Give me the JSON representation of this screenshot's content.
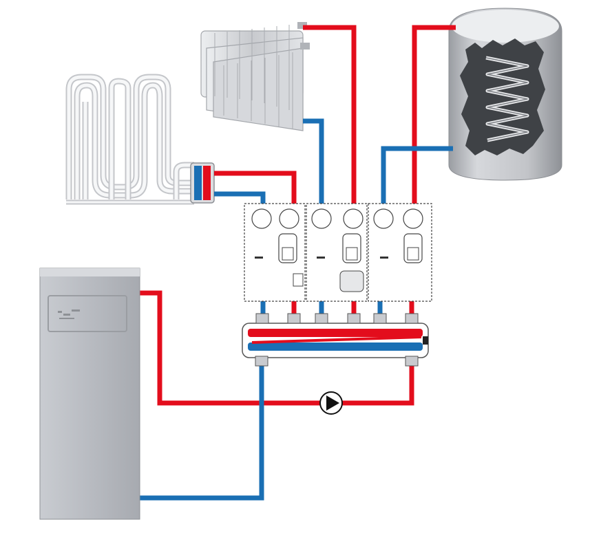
{
  "colors": {
    "supply_pipe": "#e30d1c",
    "return_pipe": "#1a6fb4",
    "boiler_body": "#b9bcc2",
    "module_fill": "#ffffff",
    "tank_body": "#c2c4c8",
    "tank_cutaway": "#3f4246",
    "coil": "#e9eaec",
    "pump_symbol": "#111111",
    "radiator": "#d3d5d9",
    "floor_heating": "#e7e8ea"
  },
  "components": {
    "boiler": {
      "icon": "boiler-unit"
    },
    "floor_heating": {
      "icon": "underfloor-heating-coil"
    },
    "radiator": {
      "icon": "panel-radiator"
    },
    "storage_tank": {
      "icon": "hot-water-cylinder-with-coil"
    },
    "pump_modules": {
      "count": 3,
      "icon": "pump-group-module"
    },
    "manifold": {
      "icon": "distribution-manifold"
    },
    "circulation_pump": {
      "icon": "pump-symbol"
    }
  }
}
